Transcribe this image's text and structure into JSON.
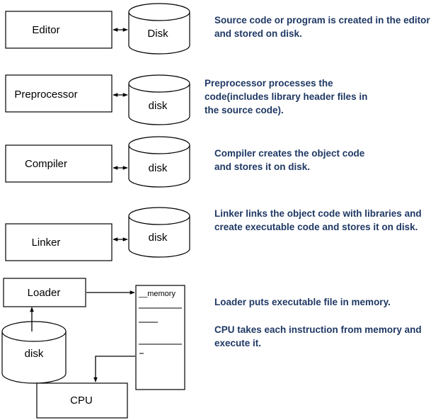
{
  "stages": [
    {
      "box_label": "Editor",
      "disk_label": "Disk",
      "description": [
        "Source code or program is created in the editor",
        "and stored on disk."
      ]
    },
    {
      "box_label": "Preprocessor",
      "disk_label": "disk",
      "description": [
        "Preprocessor processes the",
        "code(includes library header files in",
        "the source code)."
      ]
    },
    {
      "box_label": "Compiler",
      "disk_label": "disk",
      "description": [
        "Compiler creates the object code",
        "and stores it on disk."
      ]
    },
    {
      "box_label": "Linker",
      "disk_label": "disk",
      "description": [
        "Linker links the object code with libraries and",
        "create executable code and stores it on disk."
      ]
    }
  ],
  "execution": {
    "loader_label": "Loader",
    "disk_label": "disk",
    "memory_label": "__memory",
    "cpu_label": "CPU",
    "description_1": "Loader puts executable file in memory.",
    "description_2": [
      "CPU takes each instruction from memory  and",
      "execute it."
    ]
  }
}
